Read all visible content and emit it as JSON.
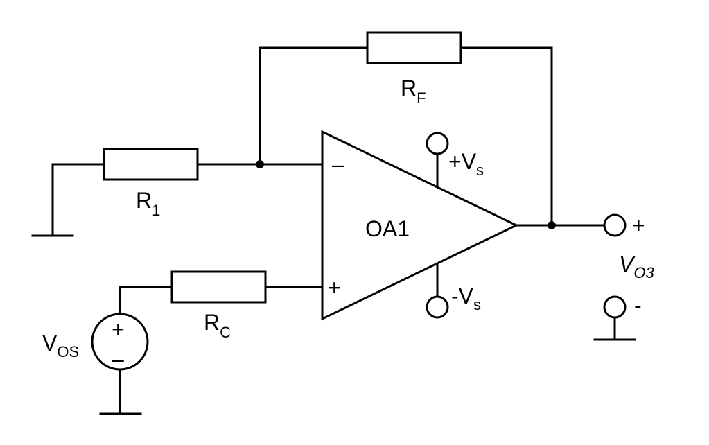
{
  "components": {
    "rf": {
      "base": "R",
      "sub": "F"
    },
    "r1": {
      "base": "R",
      "sub": "1"
    },
    "rc": {
      "base": "R",
      "sub": "C"
    },
    "opamp": {
      "name": "OA1",
      "inverting": "–",
      "noninverting": "+"
    },
    "supply_pos": {
      "base": "+V",
      "sub": "s"
    },
    "supply_neg": {
      "base": "-V",
      "sub": "s"
    },
    "vos": {
      "base": "V",
      "sub": "OS",
      "plus": "+",
      "minus": "–"
    },
    "output": {
      "base": "V",
      "sub": "O3",
      "plus": "+",
      "minus": "-"
    }
  }
}
